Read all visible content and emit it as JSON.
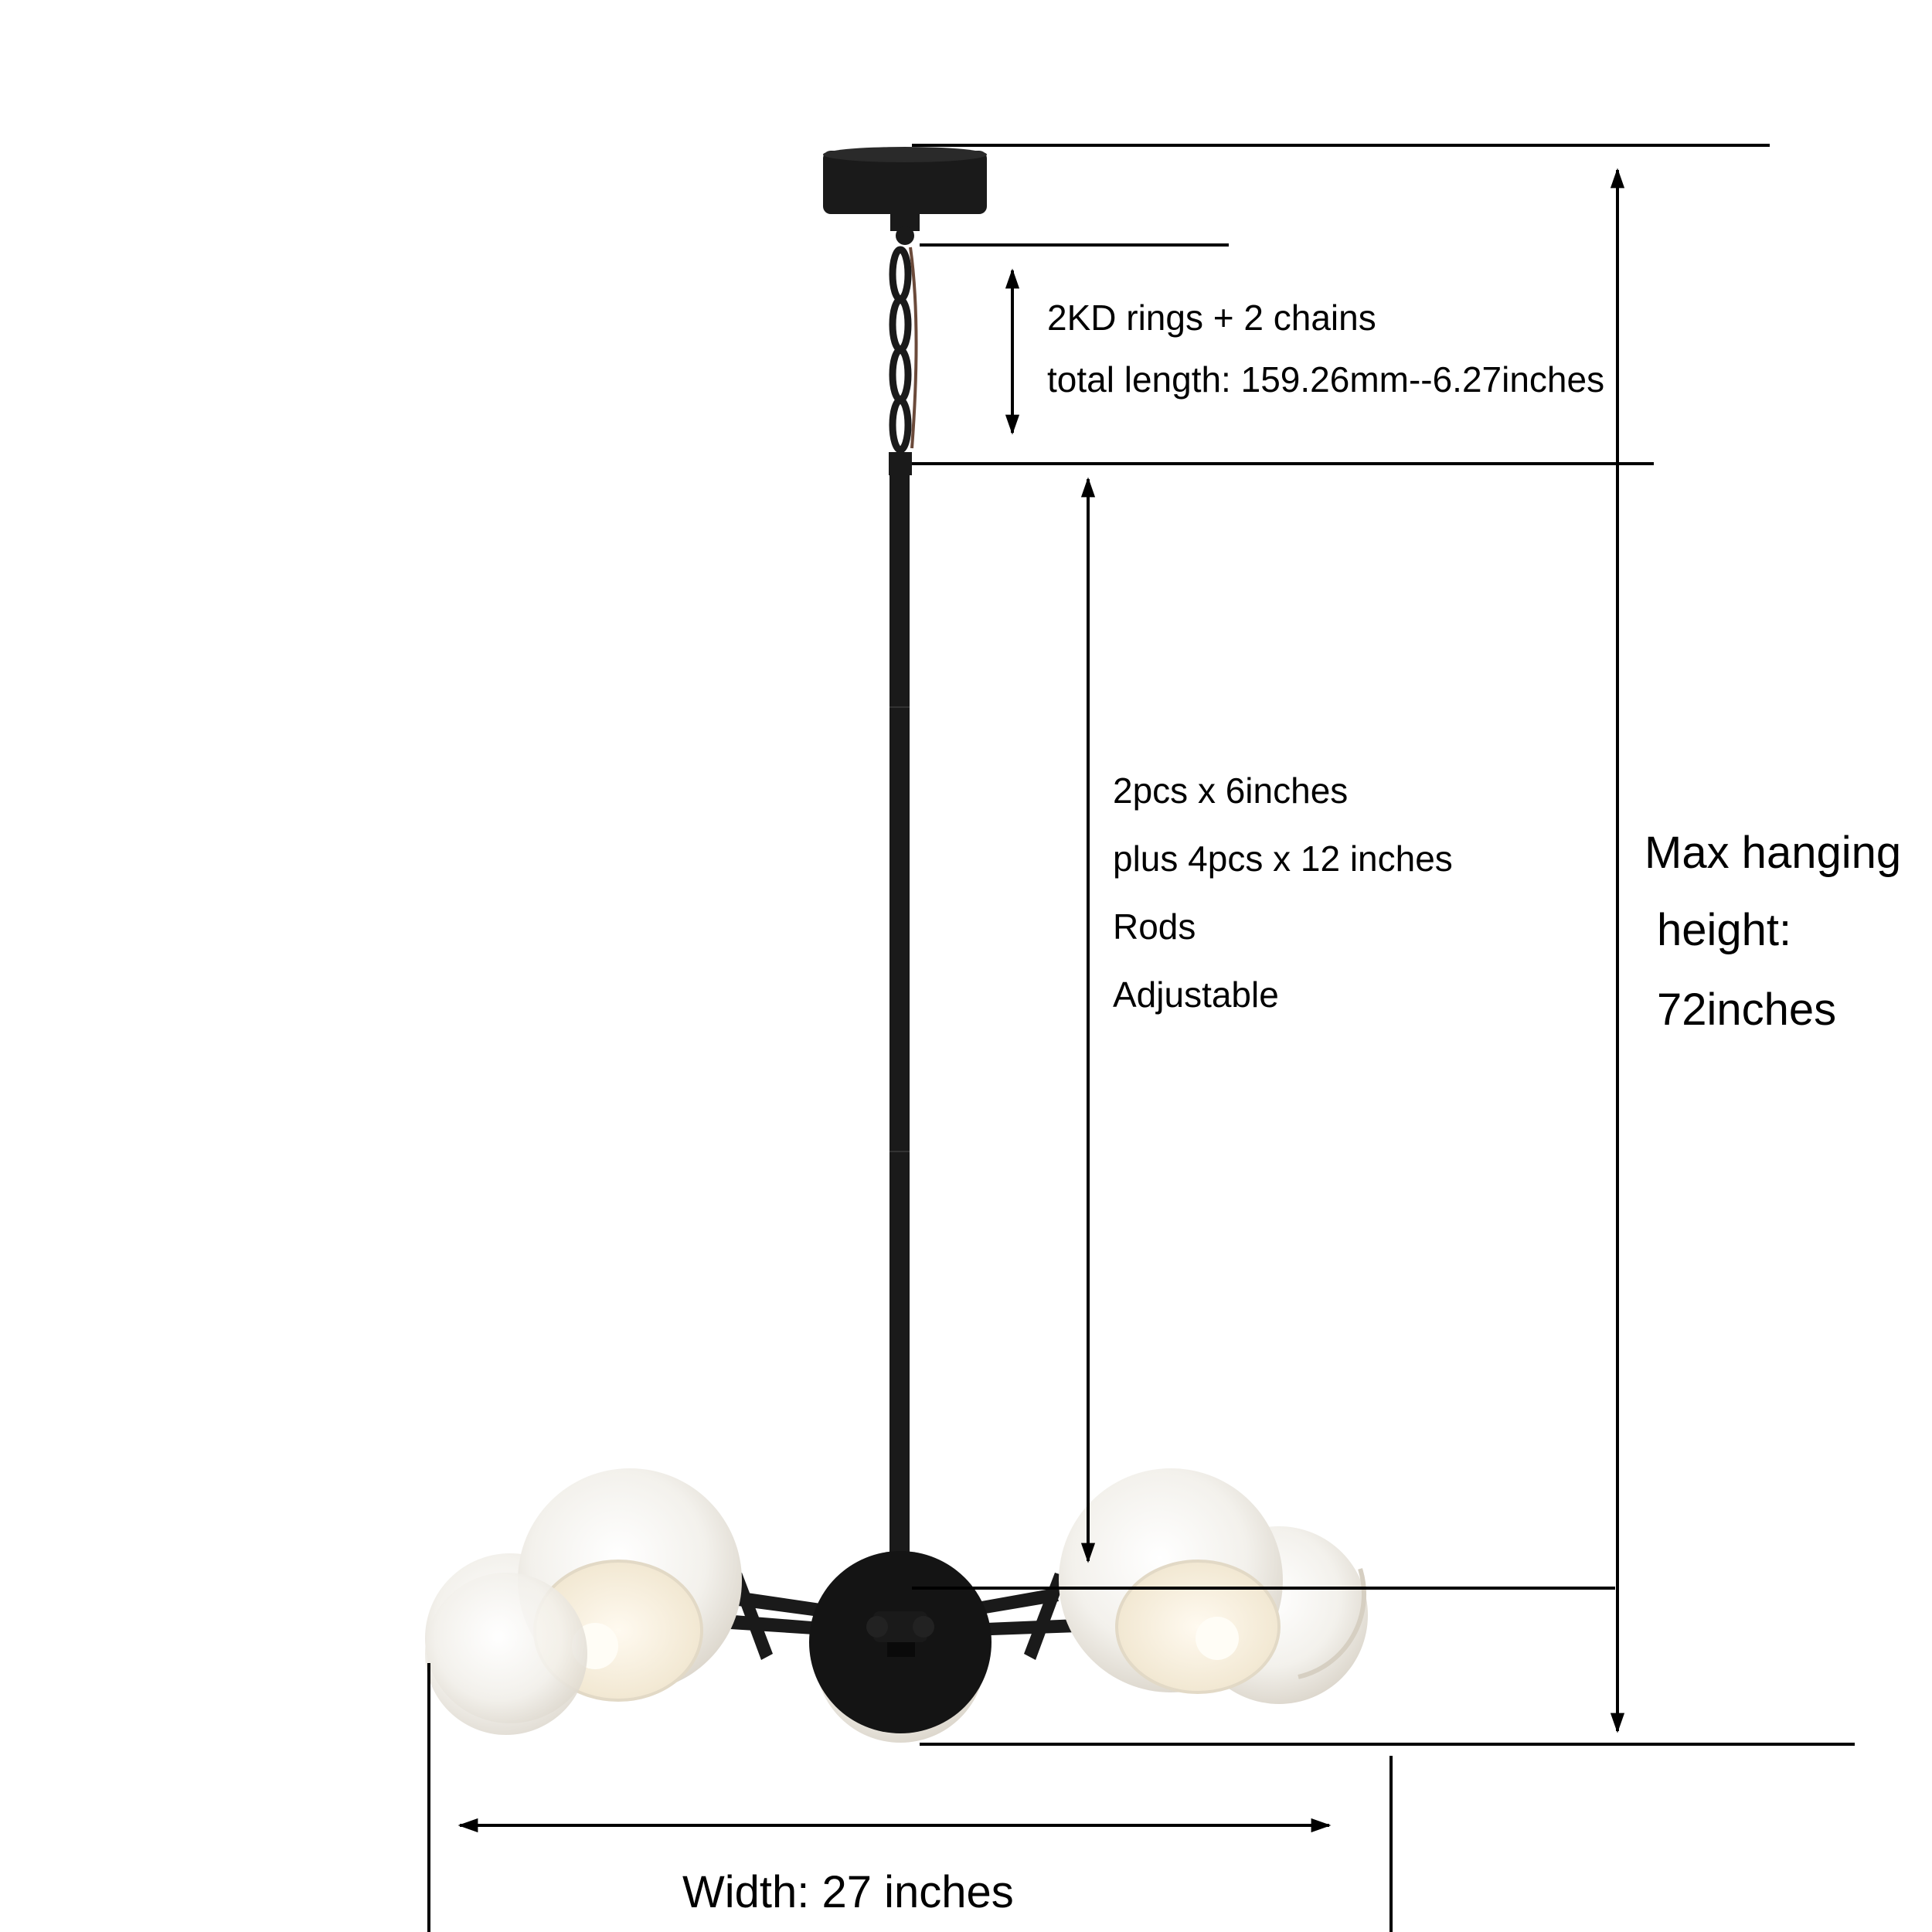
{
  "annotations": {
    "chain": {
      "line1": "2KD rings + 2 chains",
      "line2": "total length: 159.26mm--6.27inches"
    },
    "rods": {
      "line1": "2pcs x 6inches",
      "line2": "plus 4pcs x 12 inches",
      "line3": "Rods",
      "line4": "Adjustable"
    },
    "max_height": {
      "line1": "Max hanging",
      "line2": "height:",
      "line3": "72inches"
    },
    "width": {
      "label": "Width: 27 inches"
    }
  },
  "colors": {
    "fixture": "#1a1a1a",
    "glass": "#f4f2ee",
    "glass_shadow": "#dcd6cc",
    "glass_inner": "#fbf3e2",
    "dimension_line": "#000000",
    "background": "#ffffff"
  }
}
